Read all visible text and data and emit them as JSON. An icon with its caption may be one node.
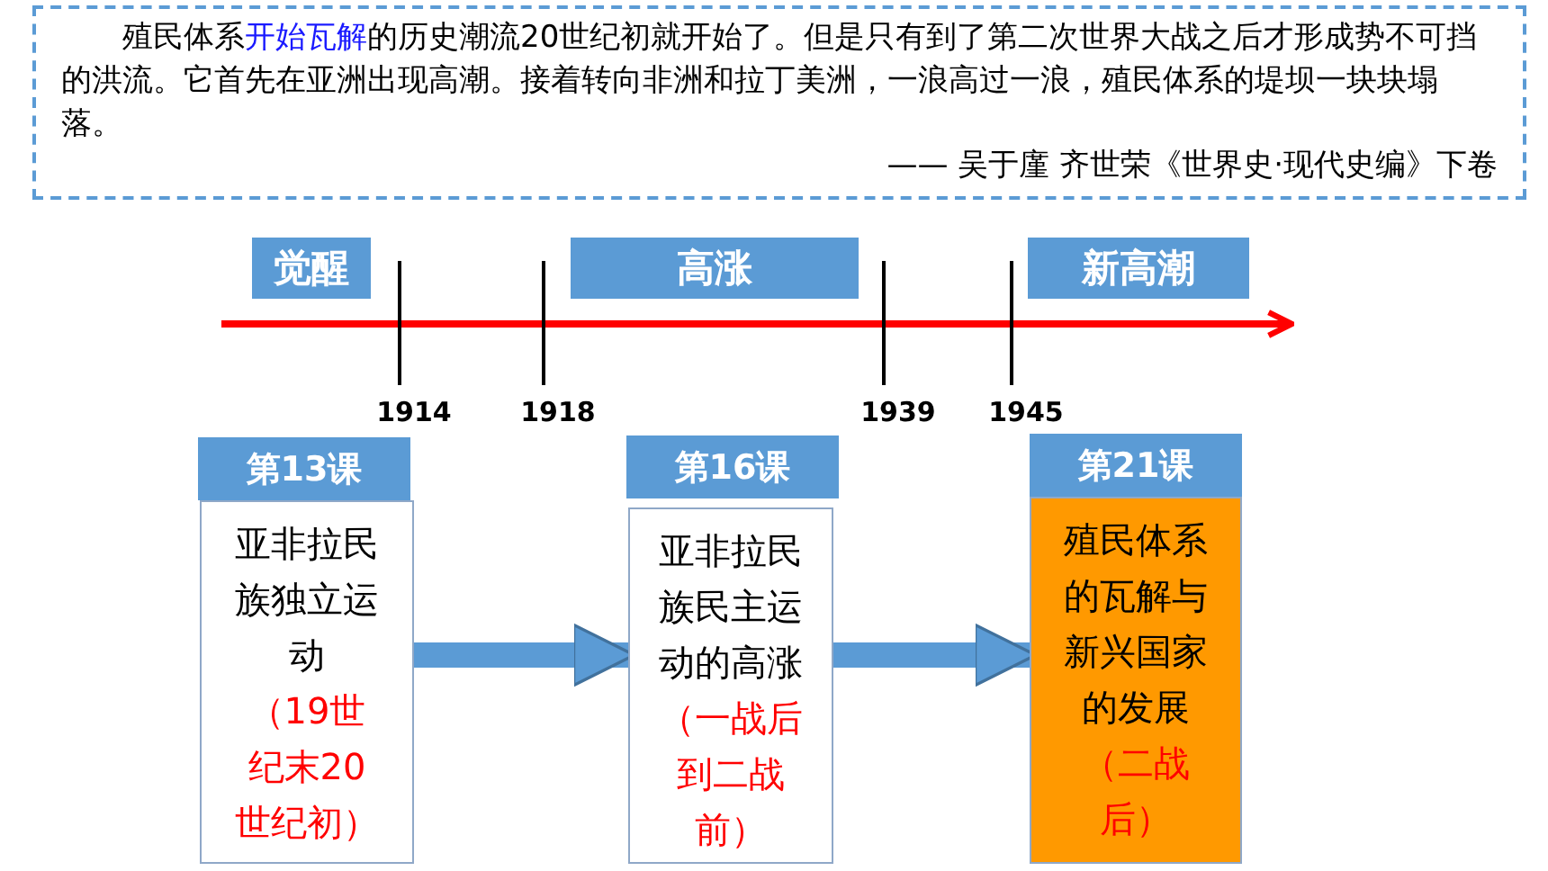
{
  "diagram": {
    "nodes": [
      {
        "text": [
          "殖民体系**开始瓦解**的历史潮流20世纪初就开始了。但是只有到了第二次世界大战之后才形成势不可挡的洪流。它首先在亚洲出现高潮。接着转向非洲和拉丁美洲，一浪高过一浪，殖民体系的堤坝一块块塌落。",
          "—— 吴于廑 齐世荣《世界史·现代史编》下卷"
        ]
      },
      {
        "text": [
          "觉醒"
        ]
      },
      {
        "text": [
          "高涨"
        ]
      },
      {
        "text": [
          "新高潮"
        ]
      },
      {
        "text": [
          "第13课"
        ]
      },
      {
        "text": [
          "亚非拉民族独立运动",
          "（19世纪末20世纪初）"
        ]
      },
      {
        "text": [
          "第16课"
        ]
      },
      {
        "text": [
          "亚非拉民族民主运动的高涨",
          "（一战后到二战前）"
        ]
      },
      {
        "text": [
          "第21课"
        ]
      },
      {
        "text": [
          "殖民体系的瓦解与新兴国家的发展",
          "（二战后）"
        ]
      }
    ],
    "edges": [
      {
        "from": 5,
        "to": 7,
        "arrow": "to"
      },
      {
        "from": 7,
        "to": 9,
        "arrow": "to"
      }
    ],
    "labels": [
      "1914",
      "1918",
      "1939",
      "1945"
    ]
  }
}
